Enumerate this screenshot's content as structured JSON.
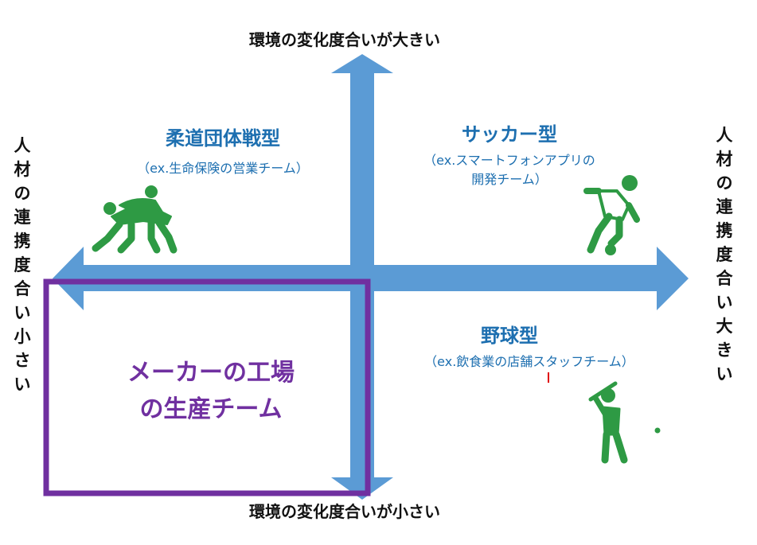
{
  "axes": {
    "top": "環境の変化度合いが大きい",
    "bottom": "環境の変化度合いが小さい",
    "left": "人材の連携度合い小さい",
    "right": "人材の連携度合い大きい"
  },
  "quadrants": {
    "top_left": {
      "title": "柔道団体戦型",
      "example": "（ex.生命保険の営業チーム）",
      "icon": "judo-icon"
    },
    "top_right": {
      "title": "サッカー型",
      "example_line1": "（ex.スマートフォンアプリの",
      "example_line2": "開発チーム）",
      "icon": "soccer-player-icon"
    },
    "bottom_right": {
      "title": "野球型",
      "example": "（ex.飲食業の店舗スタッフチーム）",
      "icon": "baseball-batter-icon"
    },
    "bottom_left": {
      "line1": "メーカーの工場",
      "line2": "の生産チーム"
    }
  },
  "colors": {
    "arrow": "#5b9bd5",
    "quadrant_text": "#1d6fb0",
    "highlight": "#7030a0",
    "icon": "#2e9a44"
  }
}
